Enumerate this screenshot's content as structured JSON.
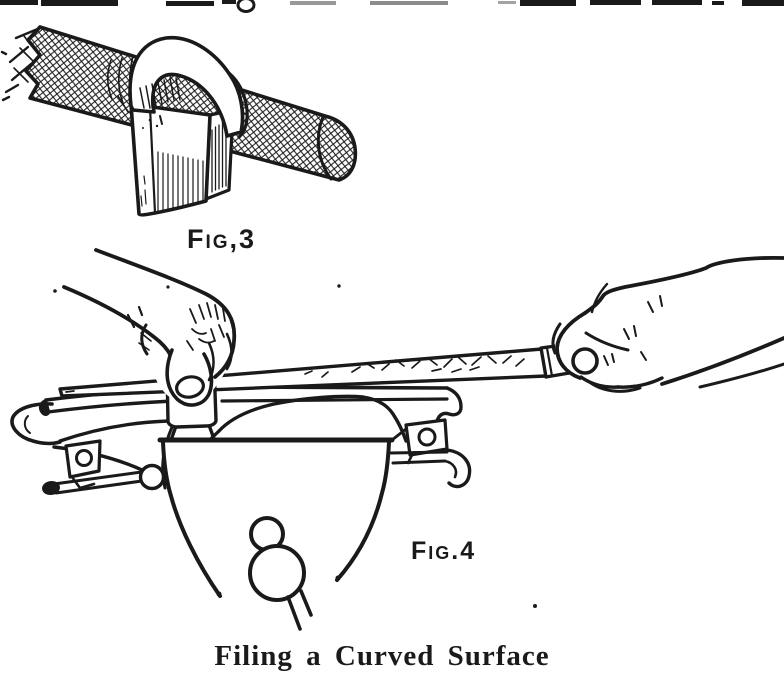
{
  "page": {
    "background_color": "#ffffff",
    "ink_color": "#1a1a1a",
    "caption": "Filing a Curved Surface"
  },
  "figure3": {
    "label": "Fig,3",
    "alt": "Crosshatched round file held in a folded sheet-metal clamp"
  },
  "figure4": {
    "label": "Fig.4",
    "alt": "Two hands drawing a file across a curved workpiece held in a bench vise"
  }
}
